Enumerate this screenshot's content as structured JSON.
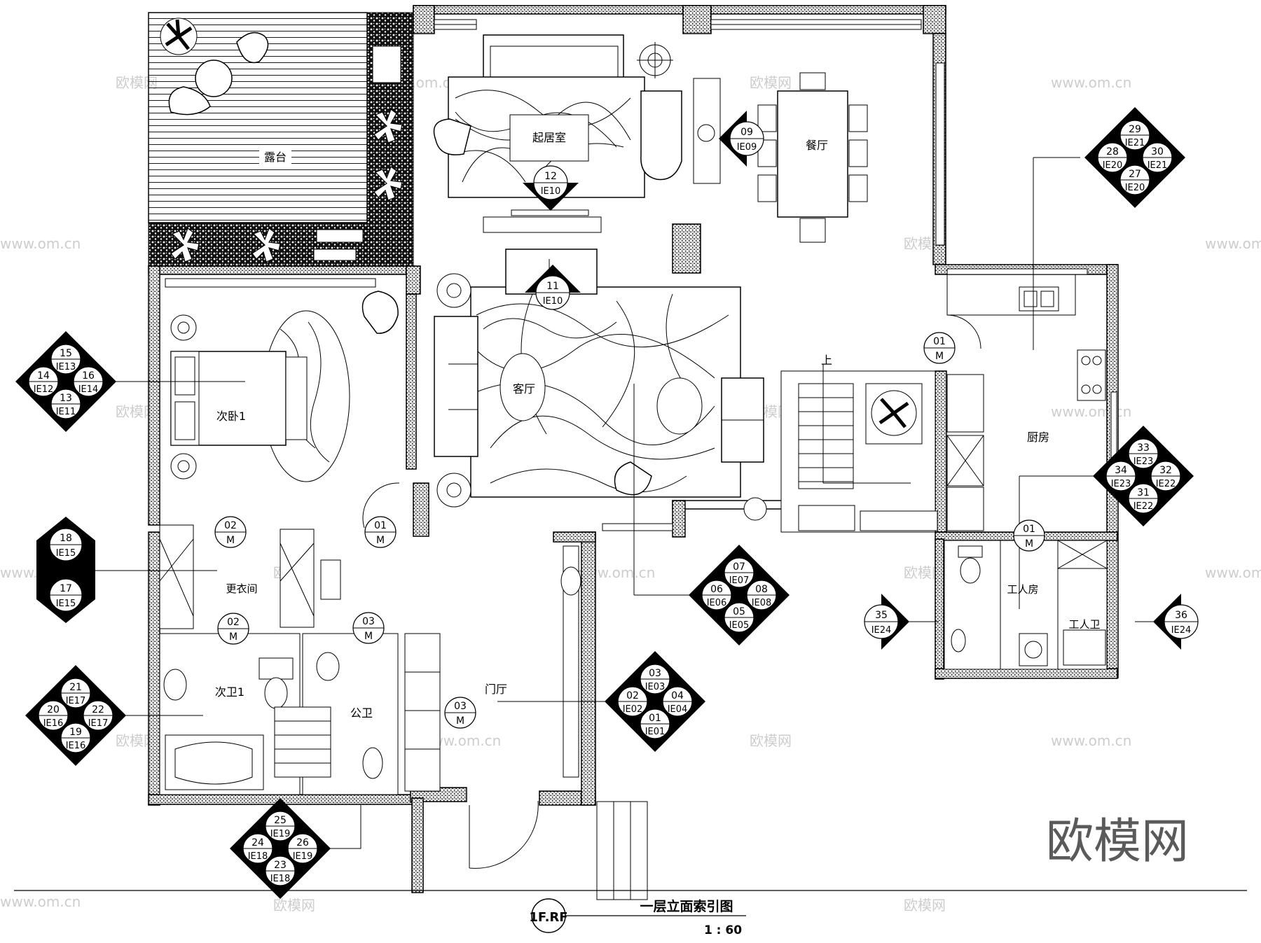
{
  "drawing": {
    "title": "一层立面索引图",
    "scale": "1 : 60",
    "sheet_code": "1F.RF",
    "logo_text": "欧模网",
    "watermark_cn": "欧模网",
    "watermark_url": "www.om.cn"
  },
  "rooms": {
    "terrace": "露台",
    "family_room": "起居室",
    "dining": "餐厅",
    "living": "客厅",
    "bedroom2": "次卧1",
    "kitchen": "厨房",
    "dressing": "更衣间",
    "bath2": "次卫1",
    "public_wc": "公卫",
    "foyer": "门厅",
    "maid_room": "工人房",
    "maid_wc": "工人卫",
    "stair_up": "上"
  },
  "doors": [
    {
      "num": "01",
      "code": "M"
    },
    {
      "num": "01",
      "code": "M"
    },
    {
      "num": "01",
      "code": "M"
    },
    {
      "num": "02",
      "code": "M"
    },
    {
      "num": "02",
      "code": "M"
    },
    {
      "num": "03",
      "code": "M"
    },
    {
      "num": "03",
      "code": "M"
    }
  ],
  "elevation_markers": [
    {
      "top": [
        "03",
        "IE03"
      ],
      "left": [
        "02",
        "IE02"
      ],
      "right": [
        "04",
        "IE04"
      ],
      "bottom": [
        "01",
        "IE01"
      ]
    },
    {
      "top": [
        "07",
        "IE07"
      ],
      "left": [
        "06",
        "IE06"
      ],
      "right": [
        "08",
        "IE08"
      ],
      "bottom": [
        "05",
        "IE05"
      ]
    },
    {
      "top": [
        "15",
        "IE13"
      ],
      "left": [
        "14",
        "IE12"
      ],
      "right": [
        "16",
        "IE14"
      ],
      "bottom": [
        "13",
        "IE11"
      ]
    },
    {
      "top": [
        "21",
        "IE17"
      ],
      "left": [
        "20",
        "IE16"
      ],
      "right": [
        "22",
        "IE17"
      ],
      "bottom": [
        "19",
        "IE16"
      ]
    },
    {
      "top": [
        "25",
        "IE19"
      ],
      "left": [
        "24",
        "IE18"
      ],
      "right": [
        "26",
        "IE19"
      ],
      "bottom": [
        "23",
        "IE18"
      ]
    },
    {
      "top": [
        "29",
        "IE21"
      ],
      "left": [
        "28",
        "IE20"
      ],
      "right": [
        "30",
        "IE21"
      ],
      "bottom": [
        "27",
        "IE20"
      ]
    },
    {
      "top": [
        "33",
        "IE23"
      ],
      "left": [
        "34",
        "IE23"
      ],
      "right": [
        "32",
        "IE22"
      ],
      "bottom": [
        "31",
        "IE22"
      ]
    },
    {
      "top": [
        "18",
        "IE15"
      ],
      "bottom": [
        "17",
        "IE15"
      ]
    }
  ],
  "single_markers": [
    {
      "num": "09",
      "code": "IE09"
    },
    {
      "num": "12",
      "code": "IE10"
    },
    {
      "num": "11",
      "code": "IE10"
    },
    {
      "num": "35",
      "code": "IE24"
    },
    {
      "num": "36",
      "code": "IE24"
    }
  ]
}
